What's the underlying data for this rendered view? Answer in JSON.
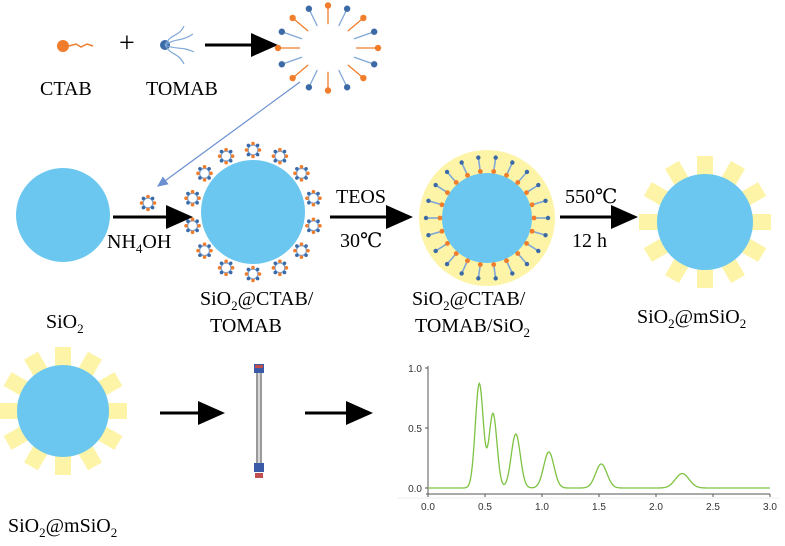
{
  "reactants": {
    "ctab": "CTAB",
    "plus": "+",
    "tomab": "TOMAB"
  },
  "labels": {
    "sio2_main": "SiO",
    "sio2_sub": "2",
    "ctab1_a": "SiO",
    "ctab1_sub": "2",
    "ctab1_b": "@CTAB/",
    "ctab1_line2": "TOMAB",
    "ctab2_a": "SiO",
    "ctab2_sub": "2",
    "ctab2_b": "@CTAB/",
    "ctab2_line2a": "TOMAB/SiO",
    "ctab2_line2sub": "2",
    "msio2_a": "SiO",
    "msio2_sub": "2",
    "msio2_b": "@mSiO",
    "msio2_sub2": "2",
    "bottom_a": "SiO",
    "bottom_sub": "2",
    "bottom_b": "@mSiO",
    "bottom_sub2": "2"
  },
  "conditions": {
    "step1_a": "NH",
    "step1_sub": "4",
    "step1_b": "OH",
    "step2_top": "TEOS",
    "step2_bottom": "30℃",
    "step3_top": "550℃",
    "step3_bottom": "12 h"
  },
  "colors": {
    "particle": "#6bc7ef",
    "shell": "#fdf4a8",
    "ctab_head": "#f07d2b",
    "tomab_head": "#3b6aa6",
    "tail": "#7fa7d6",
    "chromatogram": "#7dc242",
    "pointer": "#6b8fd1"
  },
  "chart_data": {
    "type": "line",
    "x_ticks": [
      "0.0",
      "0.5",
      "1.0",
      "1.5",
      "2.0",
      "2.5",
      "3.0"
    ],
    "y_ticks": [
      "0.0",
      "0.5",
      "1.0"
    ],
    "xlim": [
      0,
      3.0
    ],
    "ylim": [
      0,
      1.0
    ],
    "peaks": [
      {
        "x": 0.45,
        "height": 0.87,
        "width": 0.035
      },
      {
        "x": 0.57,
        "height": 0.62,
        "width": 0.035
      },
      {
        "x": 0.77,
        "height": 0.45,
        "width": 0.04
      },
      {
        "x": 1.06,
        "height": 0.3,
        "width": 0.045
      },
      {
        "x": 1.52,
        "height": 0.2,
        "width": 0.05
      },
      {
        "x": 2.23,
        "height": 0.12,
        "width": 0.06
      }
    ]
  }
}
